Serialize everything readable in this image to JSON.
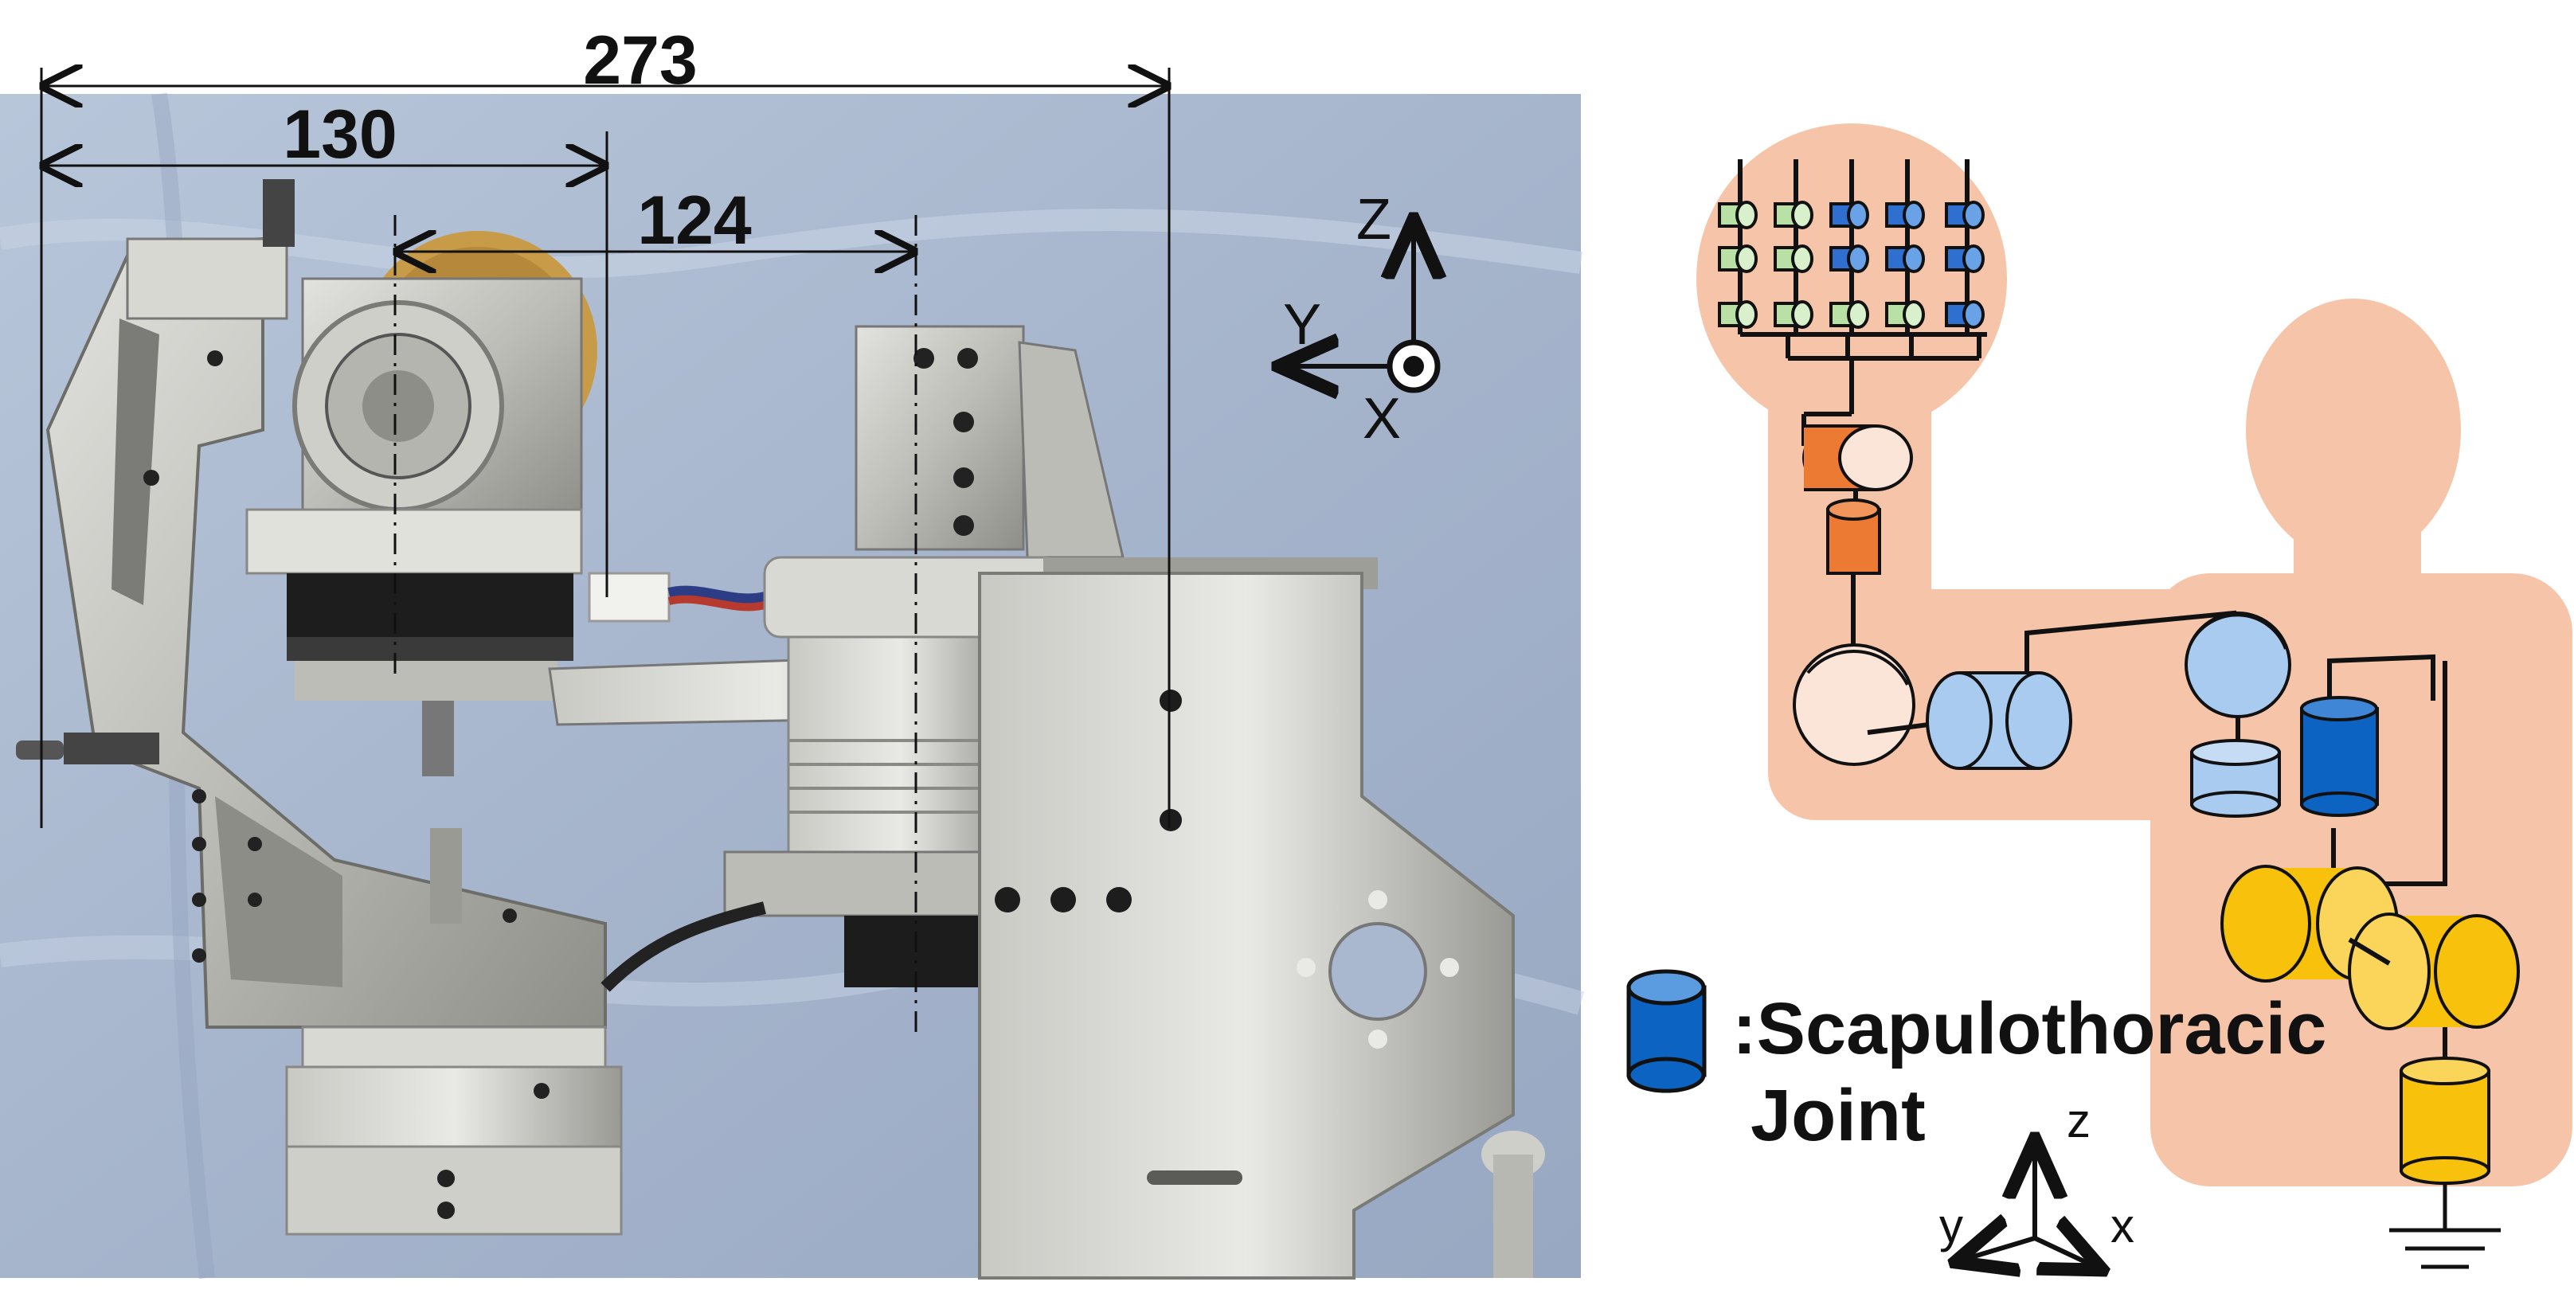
{
  "photo": {
    "dimensions": {
      "overall": "273",
      "base_to_motor": "130",
      "axis_spacing": "124"
    },
    "axes": {
      "z": "Z",
      "y": "Y",
      "x": "X"
    }
  },
  "schematic": {
    "legend_text_line1": ":Scapulothoracic",
    "legend_text_line2": "Joint",
    "axes": {
      "z": "z",
      "y": "y",
      "x": "x"
    }
  },
  "colors": {
    "photo_background": "#a9b8cf",
    "body_fill": "#f6c4a8",
    "joint_hand_green": "#b9e0a5",
    "joint_hand_blue": "#2e6fd0",
    "joint_wrist_orange": "#ec7a32",
    "joint_elbow_white": "#fbe4d8",
    "joint_shoulder_lightblue": "#a9cbf0",
    "joint_scapula_blue": "#0d63c2",
    "joint_torso_yellow": "#f8c20c"
  },
  "icons": [
    "x-axis-out-of-page-icon",
    "ground-icon"
  ]
}
